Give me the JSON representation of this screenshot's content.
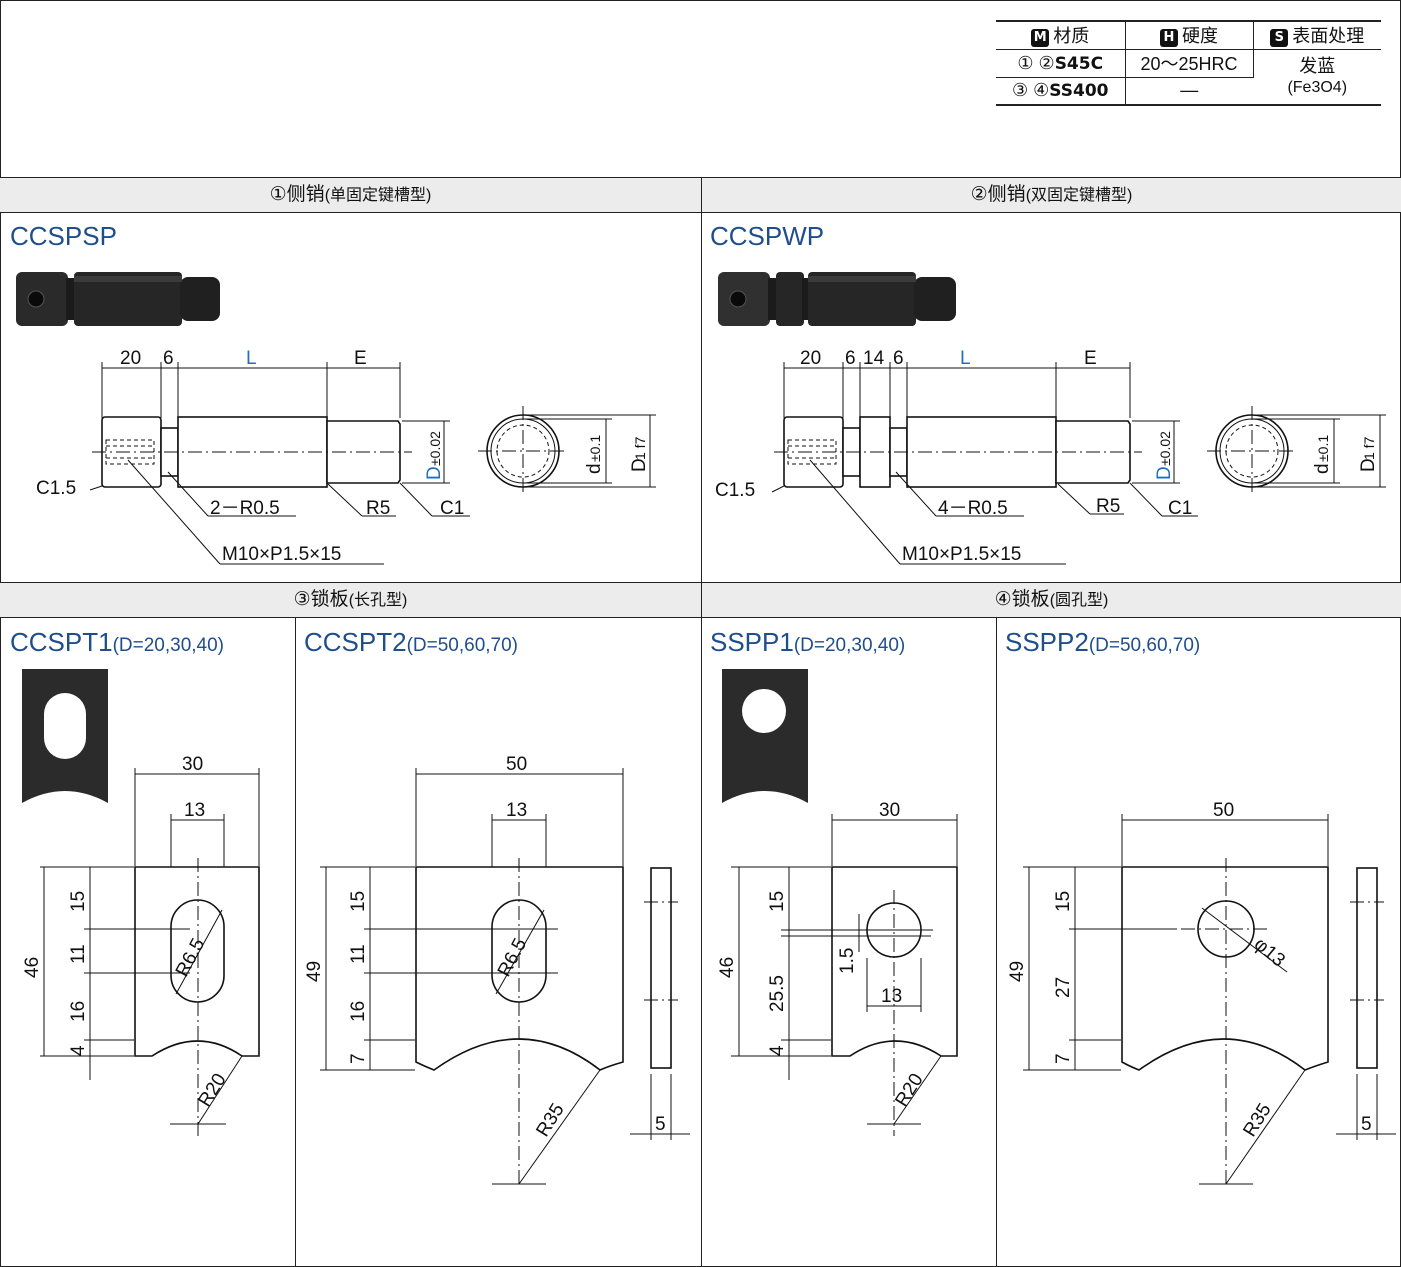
{
  "spec_table": {
    "headers": [
      {
        "badge": "M",
        "label": "材质"
      },
      {
        "badge": "H",
        "label": "硬度"
      },
      {
        "badge": "S",
        "label": "表面处理"
      }
    ],
    "rows": [
      {
        "nums": "① ②",
        "material": "S45C",
        "hardness": "20～25HRC"
      },
      {
        "nums": "③ ④",
        "material": "SS400",
        "hardness": "—"
      }
    ],
    "surface": {
      "line1": "发蓝",
      "line2": "(Fe3O4)"
    }
  },
  "sections": {
    "s1": {
      "num": "①",
      "name": "侧销",
      "sub": "(单固定键槽型)"
    },
    "s2": {
      "num": "②",
      "name": "侧销",
      "sub": "(双固定键槽型)"
    },
    "s3": {
      "num": "③",
      "name": "锁板",
      "sub": "(长孔型)"
    },
    "s4": {
      "num": "④",
      "name": "锁板",
      "sub": "(圆孔型)"
    }
  },
  "products": {
    "p1": {
      "code": "CCSPSP"
    },
    "p2": {
      "code": "CCSPWP"
    },
    "p3": {
      "code": "CCSPT1",
      "note": "(D=20,30,40)"
    },
    "p4": {
      "code": "CCSPT2",
      "note": "(D=50,60,70)"
    },
    "p5": {
      "code": "SSPP1",
      "note": "(D=20,30,40)"
    },
    "p6": {
      "code": "SSPP2",
      "note": "(D=50,60,70)"
    }
  },
  "dims": {
    "pin1": {
      "a": "20",
      "b": "6",
      "L": "L",
      "E": "E",
      "D": "D",
      "Dtol": "±0.02",
      "chamfer_left": "C1.5",
      "radius": "2－R0.5",
      "r5": "R5",
      "c1": "C1",
      "thread": "M10×P1.5×15",
      "d": "d",
      "dtol": "±0.1",
      "D1": "D",
      "D1sub": "1 f7"
    },
    "pin2": {
      "a": "20",
      "b": "6",
      "c": "14",
      "e": "6",
      "L": "L",
      "E": "E",
      "D": "D",
      "Dtol": "±0.02",
      "chamfer_left": "C1.5",
      "radius": "4－R0.5",
      "r5": "R5",
      "c1": "C1",
      "thread": "M10×P1.5×15",
      "d": "d",
      "dtol": "±0.1",
      "D1": "D",
      "D1sub": "1 f7"
    },
    "plate1": {
      "w": "30",
      "slot": "13",
      "h": "46",
      "v1": "15",
      "v2": "11",
      "v3": "16",
      "v4": "4",
      "r_slot": "R6.5",
      "r_arc": "R20"
    },
    "plate2": {
      "w": "50",
      "slot": "13",
      "h": "49",
      "v1": "15",
      "v2": "11",
      "v3": "16",
      "v4": "7",
      "r_slot": "R6.5",
      "r_arc": "R35",
      "t": "5"
    },
    "plate3": {
      "w": "30",
      "hole": "13",
      "h": "46",
      "v1": "15",
      "v2": "25.5",
      "v3": "4",
      "off": "1.5",
      "r_arc": "R20"
    },
    "plate4": {
      "w": "50",
      "h": "49",
      "v1": "15",
      "v2": "27",
      "v3": "7",
      "phi": "φ13",
      "r_arc": "R35",
      "t": "5"
    }
  }
}
